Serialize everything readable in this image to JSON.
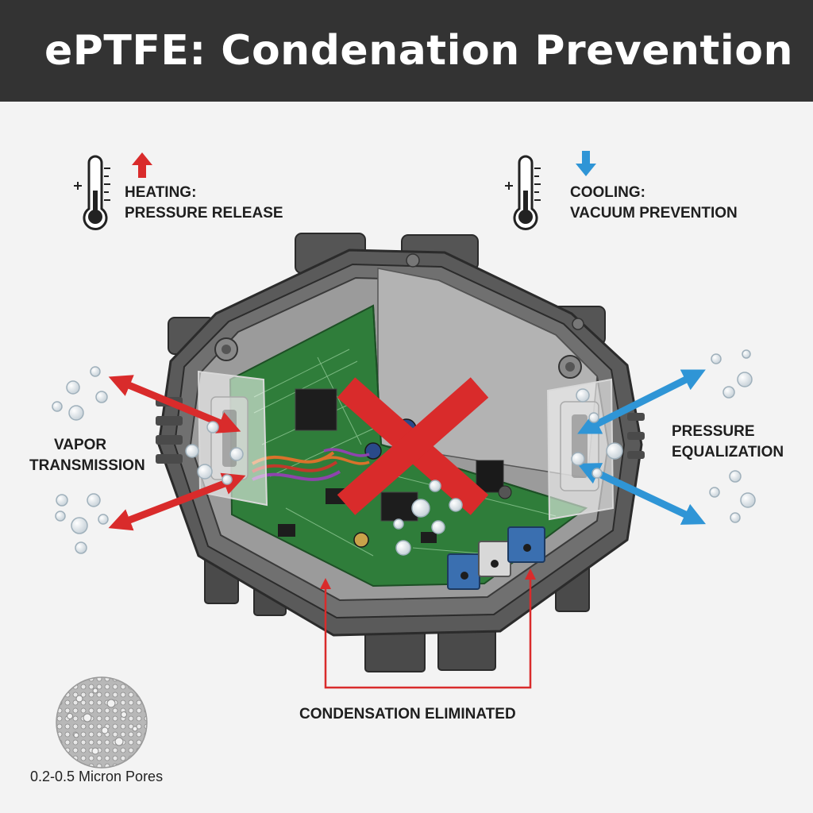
{
  "title": "ePTFE: Condenation Prevention",
  "labels": {
    "heating": {
      "line1": "HEATING:",
      "line2": "PRESSURE RELEASE"
    },
    "cooling": {
      "line1": "COOLING:",
      "line2": "VACUUM PREVENTION"
    },
    "vapor": {
      "line1": "VAPOR",
      "line2": "TRANSMISSION"
    },
    "pressure": {
      "line1": "PRESSURE",
      "line2": "EQUALIZATION"
    },
    "condensation": "CONDENSATION ELIMINATED",
    "pores": "0.2-0.5 Micron Pores"
  },
  "colors": {
    "header_bg": "#333333",
    "heating_red": "#d92b2b",
    "cooling_blue": "#2f95d6",
    "enclosure_gray": "#5a5a5a",
    "pcb_green": "#2f7d3a"
  },
  "icons": {
    "thermometer_left": "thermometer-icon",
    "thermometer_right": "thermometer-icon",
    "arrow_up": "red-up-arrow-icon",
    "arrow_down": "blue-down-arrow-icon",
    "no_condensation": "red-x-icon",
    "membrane_texture": "porous-membrane-icon"
  }
}
